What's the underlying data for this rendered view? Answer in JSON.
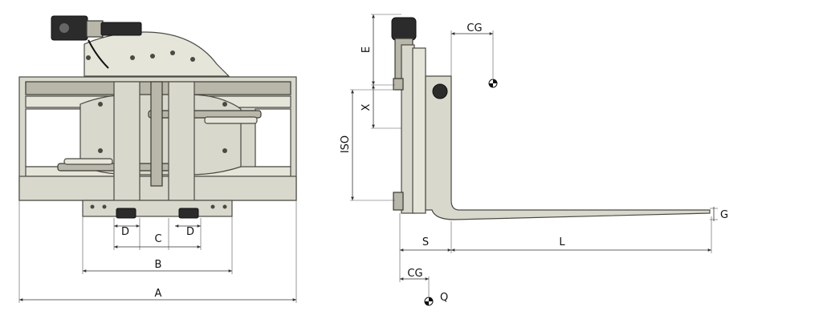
{
  "labels": {
    "A": "A",
    "B": "B",
    "C": "C",
    "D_left": "D",
    "D_right": "D",
    "E": "E",
    "X": "X",
    "ISO": "ISO",
    "CG_top": "CG",
    "CG_bottom": "CG",
    "G": "G",
    "S": "S",
    "L": "L",
    "Q": "Q"
  },
  "colors": {
    "body": "#d9d8cc",
    "outline": "#4a4a44",
    "motor": "#2b2b2b"
  }
}
